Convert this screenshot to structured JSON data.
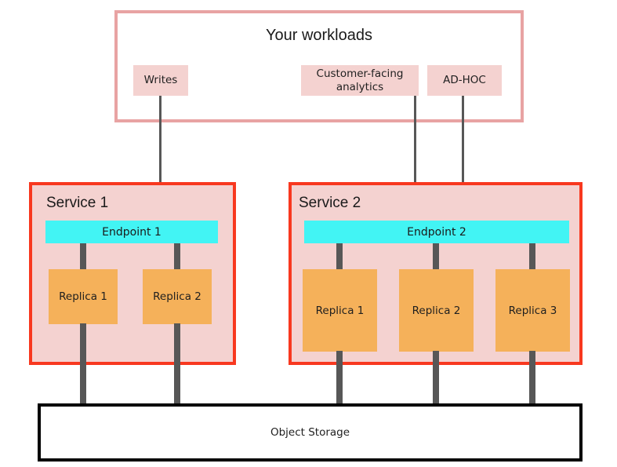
{
  "diagram": {
    "title": "Your workloads",
    "workloads": [
      {
        "id": "writes",
        "label": "Writes"
      },
      {
        "id": "customer-facing-analytics",
        "label": "Customer-facing analytics"
      },
      {
        "id": "ad-hoc",
        "label": "AD-HOC"
      }
    ],
    "services": [
      {
        "id": "service-1",
        "label": "Service 1",
        "endpoint": "Endpoint 1",
        "replicas": [
          "Replica 1",
          "Replica 2"
        ]
      },
      {
        "id": "service-2",
        "label": "Service 2",
        "endpoint": "Endpoint 2",
        "replicas": [
          "Replica 1",
          "Replica 2",
          "Replica 3"
        ]
      }
    ],
    "storage": {
      "label": "Object Storage"
    },
    "colors": {
      "workload_frame_border": "#e8a3a3",
      "chip_fill": "#f4d2d0",
      "service_border": "#f8381f",
      "service_fill": "#f4d2d0",
      "endpoint_fill": "#42f4f4",
      "replica_fill": "#f5b15a",
      "connector": "#575757",
      "storage_border": "#000000",
      "background": "#ffffff",
      "text": "#1a1a1a"
    }
  }
}
